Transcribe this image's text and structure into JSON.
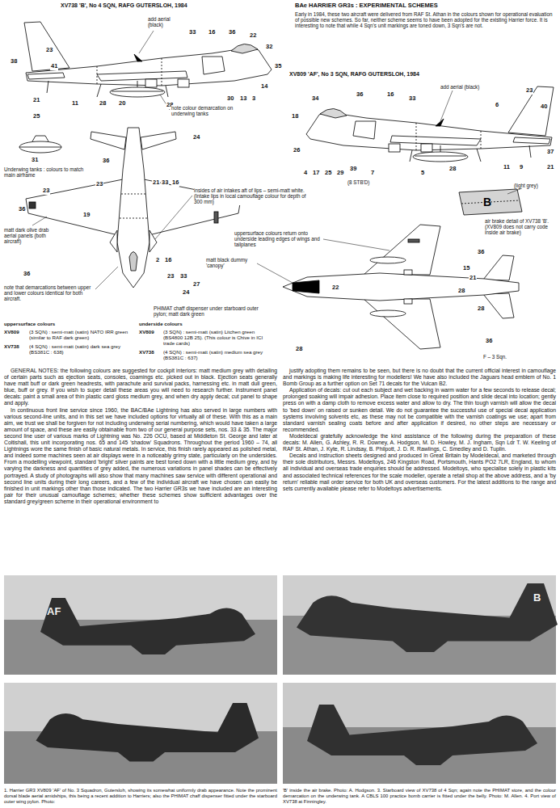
{
  "diagram": {
    "title": "BAe HARRIER GR3s : EXPERIMENTAL SCHEMES",
    "labels": [
      "XV738 'B', No 4 SQN, RAFG GUTERSLOH, 1984",
      "add aerial (black)",
      "38",
      "23",
      "41",
      "33",
      "16",
      "36",
      "22",
      "32",
      "35",
      "14",
      "21",
      "11",
      "28",
      "20",
      "28",
      "30",
      "13",
      "3",
      "note colour demarcation on underwing tanks",
      "25",
      "31",
      "Underwing tanks : colours to match main airframe",
      "Early in 1984, these two aircraft were delivered from RAF St. Athan in the colours shown for operational evaluation of possible new schemes. So far, neither scheme seems to have been adopted for the existing Harrier force. It is interesting to note that while 4 Sqn's unit markings are toned down, 3 Sqn's are not.",
      "XV809 'AF', No 3 SQN, RAFG GUTERSLOH, 1984",
      "add aerial (black)",
      "34",
      "36",
      "16",
      "33",
      "6",
      "23",
      "40",
      "37",
      "18",
      "26",
      "4",
      "17",
      "25",
      "29",
      "39",
      "(8 STB'D)",
      "7",
      "5",
      "28",
      "11",
      "9",
      "21",
      "(light grey)",
      "B",
      "air brake detail of XV738 'B'. (XV809 does not carry code inside air brake)",
      "24",
      "36",
      "23",
      "21",
      "33",
      "16",
      "23",
      "19",
      "2",
      "16",
      "23",
      "33",
      "36",
      "36",
      "27",
      "24",
      "insides of air intakes aft of lips – semi-matt white. (Intake lips in local camouflage colour for depth of 300 mm)",
      "uppersurface colours return onto underside leading edges of wings and tailplanes",
      "matt dark olive drab aerial panels (both aircraft)",
      "matt black dummy 'canopy'",
      "note that demarcations between upper and lower colours identical for both aircraft.",
      "PHIMAT chaff dispenser under starboard outer pylon; matt dark green",
      "36",
      "15",
      "21",
      "28",
      "28",
      "22",
      "28",
      "36",
      "F – 3 Sqn.",
      "uppersurface colours",
      "XV809",
      "(3 SQN) : semi-matt (satin) NATO IRR green (similar to RAF dark green)",
      "XV738",
      "(4 SQN) : semi-matt (satin) dark sea grey (BS381C : 638)",
      "underside colours",
      "XV809",
      "(3 SQN) : semi-matt (satin) Litchen green (BS4800 12B 25). (This colour is Chive in ICI trade cards)",
      "XV738",
      "(4 SQN) : semi-matt (satin) medium sea grey (BS381C : 637)",
      "GENERAL NOTES: the following colours are suggested for cockpit interiors: matt medium grey with detailing of certain parts such as ejection seats, consoles, coamings etc. picked out in black. Ejection seats generally have matt buff or dark green headrests, with parachute and survival packs, harnessing etc. in matt dull green, blue, buff or grey. If you wish to super detail these areas you will need to research further. Instrument panel decals: paint a small area of thin plastic card gloss medium grey, and when dry apply decal; cut panel to shape and apply.",
      "In continuous front line service since 1960, the BAC/BAe Lightning has also served in large numbers with various second-line units, and in this set we have included options for virtually all of these. With this as a main aim, we trust we shall be forgiven for not including underwing serial numbering, which would have taken a large amount of space, and these are easily obtainable from two of our general purpose sets, nos. 33 & 35. The major second line user of various marks of Lightning was No. 226 OCU, based at Middleton St. George and later at Coltishall, this unit incorporating nos. 65 and 145 'shadow' Squadrons. Throughout the period 1960 – 74, all Lightnings wore the same finish of basic natural metals. In service, this finish rarely appeared as polished metal, and indeed some machines seen at air displays were in a noticeably grimy state, particularly on the undersides. From a modelling viewpoint, standard 'bright' silver paints are best toned down with a little medium grey, and by varying the darkness and quantities of grey added, the numerous variations in panel shades can be effectively portrayed. A study of photographs will also show that many machines saw service with different operational and second line units during their long careers, and a few of the individual aircraft we have chosen can easily be finished in unit markings other than those indicated. The two Harrier GR3s we have included are an interesting pair for their unusual camouflage schemes; whether these schemes show sufficient advantages over the standard grey/green scheme in their operational environment to",
      "justify adopting them remains to be seen, but there is no doubt that the current official interest in camouflage and markings is making life interesting for modellers! We have also included the Jaguars head emblem of No. 1 Bomb Group as a further option on Set 71 decals for the Vulcan B2.",
      "Application of decals: cut out each subject and wet backing in warm water for a few seconds to release decal; prolonged soaking will impair adhesion. Place item close to required position and slide decal into location; gently press on with a damp cloth to remove excess water and allow to dry. The thin tough varnish will allow the decal to 'bed down' on raised or sunken detail. We do not guarantee the successful use of special decal application systems involving solvents etc, as these may not be compatible with the varnish coatings we use; apart from standard varnish sealing coats before and after application if desired, no other steps are necessary or recommended.",
      "Modeldecal gratefully acknowledge the kind assistance of the following during the preparation of these decals: M. Allen, G. Ashley, R. R. Downey, A. Hodgson, M. D. Howley, M. J. Ingham, Sqn Ldr T. W. Keeling of RAF St. Athan, J. Kyte, R. Lindsay, B. Philpott, J. D. R. Rawlings, C. Smedley and D. Tuplin.",
      "Decals and instruction sheets designed and produced in Great Britain by Modeldecal, and marketed through their sole distributors, Messrs. Modeltoys, 246 Kingston Road, Portsmouth, Hants PO2 7LR, England, to whom all individual and overseas trade enquiries should be addressed. Modeltoys, who specialise solely in plastic kits and associated technical references for the scale modeller, operate a retail shop at the above address, and a 'by return' reliable mail order service for both UK and overseas customers. For the latest additions to the range and sets currently available please refer to Modeltoys advertisements.",
      "AF",
      "B",
      "1. Harrier GR3 XV809 'AF' of No. 3 Squadron, Gutersloh, showing its somewhat uniformly drab appearance. Note the prominent dorsal blade aerial amidships, this being a recent addition to Harriers; also the PHIMAT chaff dispenser fitted under the starboard outer wing pylon. Photo:",
      "'B' inside the air brake. Photo: A. Hodgson. 3. Starboard view of XV738 of 4 Sqn; again note the PHIMAT store, and the colour demarcation on the underwing tank. A CBLS 100 practice bomb carrier is fitted under the belly. Photo: M. Allen. 4. Port view of XV738 at Finningley."
    ]
  }
}
